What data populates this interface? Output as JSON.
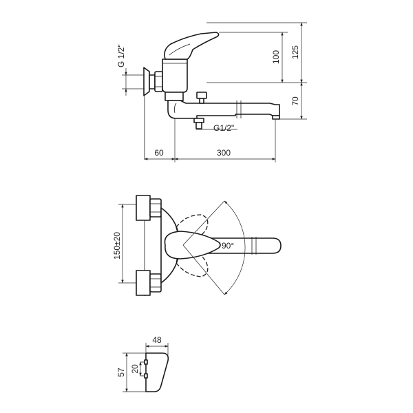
{
  "side_view": {
    "thread_label": "G 1/2\"",
    "dim_height_body": "100",
    "dim_height_total": "125",
    "dim_spout_height": "70",
    "outlet_thread_label": "G1/2\"",
    "dim_wall_offset": "60",
    "dim_spout_length": "300"
  },
  "top_view": {
    "dim_inlet_spacing": "150±20",
    "rotation_angle": "90°"
  },
  "detail_view": {
    "dim_width": "48",
    "dim_height": "57",
    "dim_hole_spacing": "20"
  }
}
